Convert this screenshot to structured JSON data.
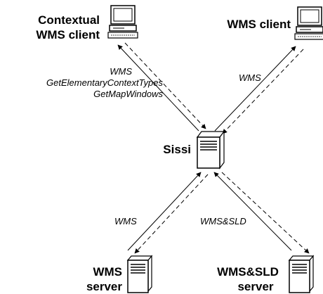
{
  "nodes": {
    "contextual_client": {
      "line1": "Contextual",
      "line2": "WMS client"
    },
    "wms_client": {
      "label": "WMS client"
    },
    "sissi": {
      "label": "Sissi"
    },
    "wms_server": {
      "line1": "WMS",
      "line2": "server"
    },
    "wms_sld_server": {
      "line1": "WMS&SLD",
      "line2": "server"
    }
  },
  "edges": {
    "contextual": {
      "line1": "WMS",
      "line2": "GetElementaryContextTypes",
      "line3": "GetMapWindows"
    },
    "wms_client": {
      "label": "WMS"
    },
    "wms_server": {
      "label": "WMS"
    },
    "wms_sld_server": {
      "label": "WMS&SLD"
    }
  },
  "icons": {
    "contextual_client": "computer-icon",
    "wms_client": "computer-icon",
    "sissi": "server-icon",
    "wms_server": "server-icon",
    "wms_sld_server": "server-icon"
  }
}
